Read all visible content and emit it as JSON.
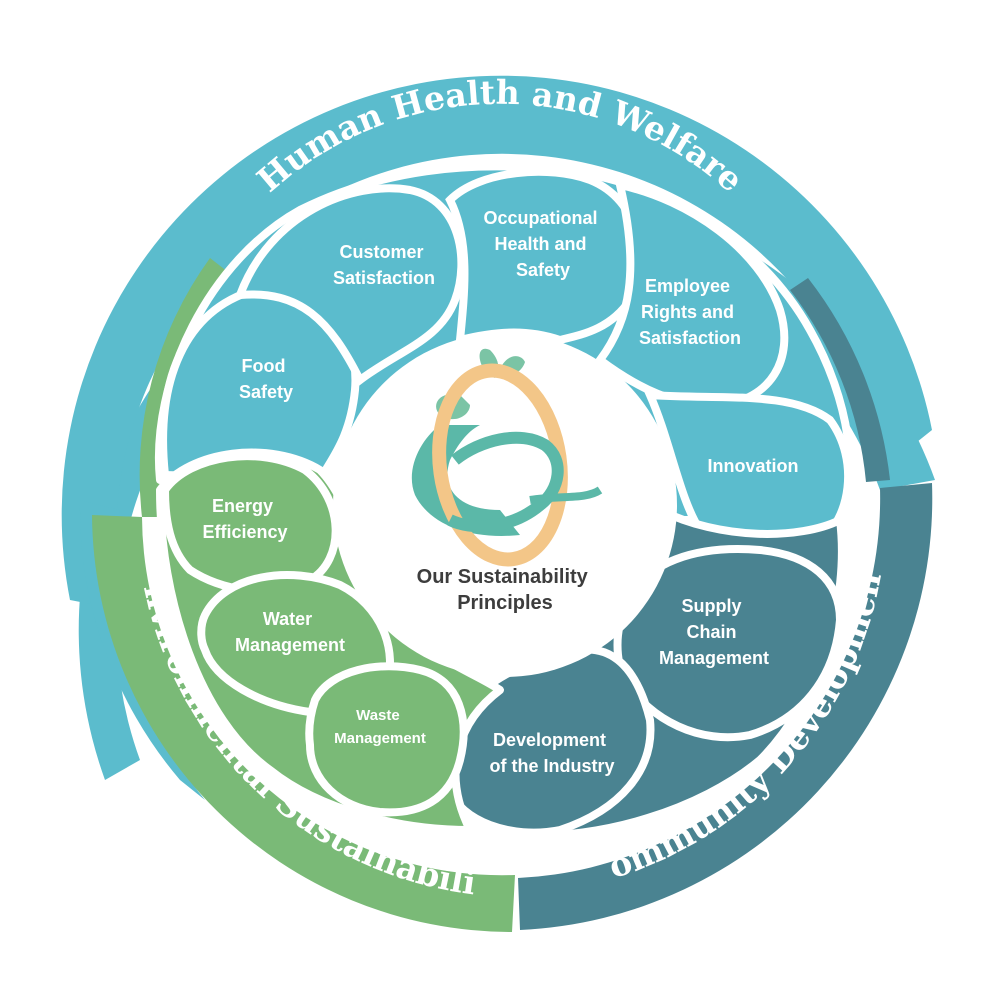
{
  "center": {
    "title_lines": [
      "Our Sustainability",
      "Principles"
    ]
  },
  "rings": {
    "human": "Human Health and Welfare",
    "environment": "Environmental Sustainability",
    "community": "Community Development"
  },
  "petals": {
    "food_safety": [
      "Food",
      "Safety"
    ],
    "customer_satisfaction": [
      "Customer",
      "Satisfaction"
    ],
    "occupational_health": [
      "Occupational",
      "Health and",
      "Safety"
    ],
    "employee_rights": [
      "Employee",
      "Rights and",
      "Satisfaction"
    ],
    "innovation": [
      "Innovation"
    ],
    "supply_chain": [
      "Supply",
      "Chain",
      "Management"
    ],
    "development_industry": [
      "Development",
      "of the Industry"
    ],
    "waste_management": [
      "Waste",
      "Management"
    ],
    "water_management": [
      "Water",
      "Management"
    ],
    "energy_efficiency": [
      "Energy",
      "Efficiency"
    ]
  },
  "colors": {
    "human": "#5bbccd",
    "environment": "#7aba77",
    "community": "#4a8391",
    "center_text": "#3d3d3d",
    "logo_egg": "#f3c688",
    "logo_leaf": "#7bc4a5"
  }
}
